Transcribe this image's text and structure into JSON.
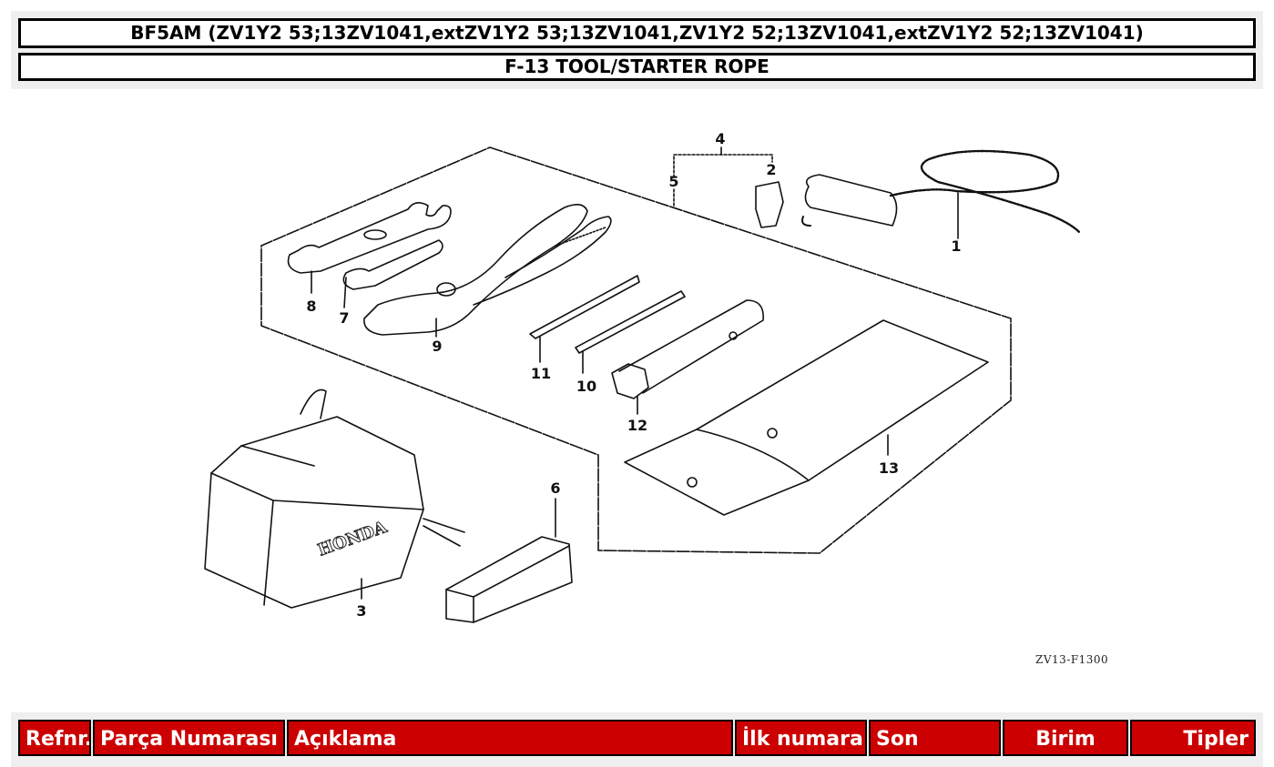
{
  "header": {
    "model_title": "BF5AM (ZV1Y2 53;13ZV1041,extZV1Y2 53;13ZV1041,ZV1Y2 52;13ZV1041,extZV1Y2 52;13ZV1041)",
    "section_title": "F-13 TOOL/STARTER ROPE"
  },
  "diagram": {
    "figure_code": "ZV13-F1300",
    "callouts": [
      "1",
      "2",
      "3",
      "4",
      "5",
      "6",
      "7",
      "8",
      "9",
      "10",
      "11",
      "12",
      "13"
    ],
    "logo_text": "HONDA"
  },
  "table": {
    "columns": [
      {
        "label": "Refnr."
      },
      {
        "label": "Parça Numarası"
      },
      {
        "label": "Açıklama"
      },
      {
        "label": "İlk numara"
      },
      {
        "label": "Son"
      },
      {
        "label": "Birim"
      },
      {
        "label": "Tipler"
      }
    ],
    "header_color": "#cc0000"
  }
}
